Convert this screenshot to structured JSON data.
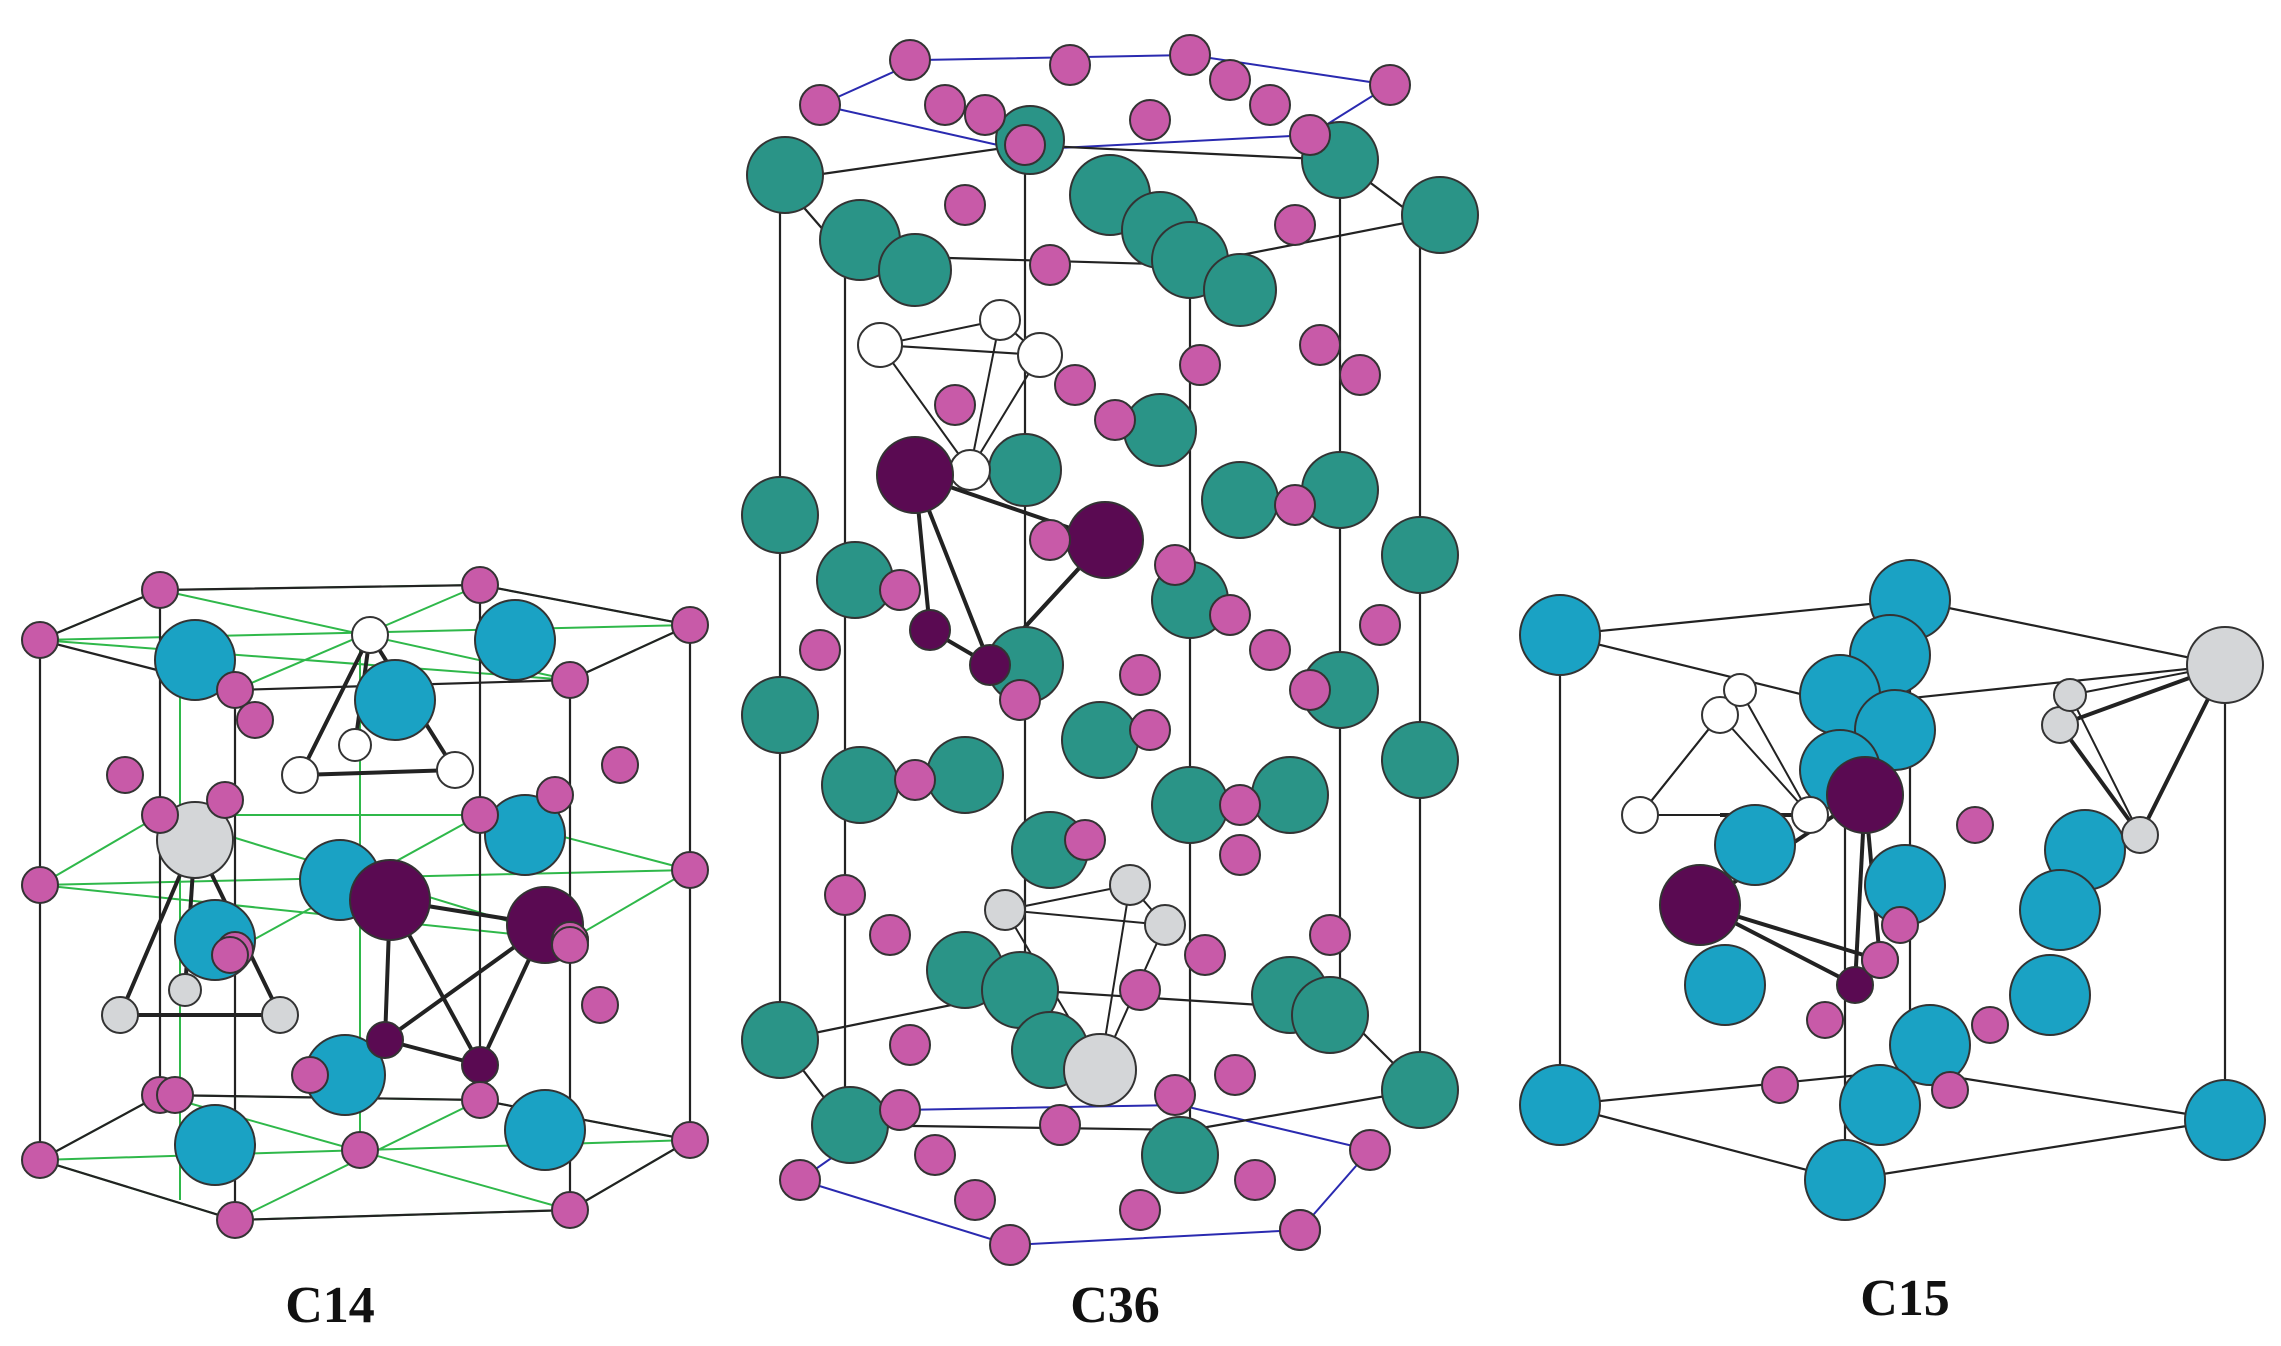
{
  "figure": {
    "panels": [
      {
        "id": "c14",
        "label": "C14"
      },
      {
        "id": "c36",
        "label": "C36"
      },
      {
        "id": "c15",
        "label": "C15"
      }
    ]
  },
  "colors": {
    "teal_atom": "#2a9487",
    "cyan_atom": "#1aa2c4",
    "pink_atom": "#c85aa8",
    "purple_atom": "#5a0a52",
    "gray_atom": "#d4d6d8",
    "white_atom": "#ffffff",
    "cell_edge": "#222222",
    "c14_plane_line": "#2fb84a",
    "c36_plane_line": "#2a2ab0",
    "atom_outline": "#333333"
  }
}
